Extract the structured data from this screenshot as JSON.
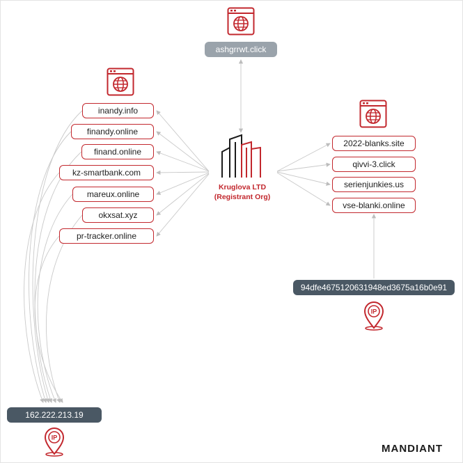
{
  "top_domain": "ashgrrwt.click",
  "left_domains": [
    "inandy.info",
    "finandy.online",
    "finand.online",
    "kz-smartbank.com",
    "mareux.online",
    "okxsat.xyz",
    "pr-tracker.online"
  ],
  "right_domains": [
    "2022-blanks.site",
    "qivvi-3.click",
    "serienjunkies.us",
    "vse-blanki.online"
  ],
  "org": {
    "name": "Kruglova LTD",
    "role": "(Registrant Org)"
  },
  "hash": "94dfe4675120631948ed3675a16b0e91",
  "ip_address": "162.222.213.19",
  "ip_badge": "IP",
  "brand": "MANDIANT",
  "icons": {
    "website": "globe-browser-icon",
    "ip": "map-pin-icon",
    "org": "building-icon"
  },
  "colors": {
    "accent": "#c2272d",
    "dark_pill": "#4a5864",
    "grey_pill": "#9aa3ab",
    "connector": "#c9c9c9"
  }
}
